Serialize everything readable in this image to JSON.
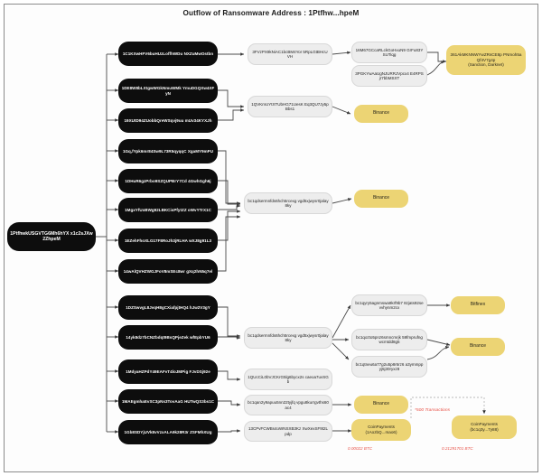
{
  "title": "Outflow of Ransomware Address : 1Ptfhw...hpeM",
  "root": {
    "label": "1PtfhwkUSGVTG6Mh6hYX x1c2sJXw2ZhpeM"
  },
  "tier1": [
    {
      "label": "1C1KXwHFV6buHUzLoffhWDu NXZuMwOstbn"
    },
    {
      "label": "1DE8W8bLXtgwWGkNmuWMk YmuDGQXw4XFyN"
    },
    {
      "label": "19XUtD94ZUobbQreWSqvj9uu mUv34KYXJh"
    },
    {
      "label": "1Gq,fYpk6mr84Sw9L73R5qyqqC XgaMY9mPU"
    },
    {
      "label": "1DHuR6gzPrbo9SZQUPBrY7Cd 4GwhGgh6j"
    },
    {
      "label": "1MgxYfUxBWg92LBKCisPfytZZ oWvYTrX1C"
    },
    {
      "label": "1EZehFhoXLG17F8RoJh3jRLHA wXJ8g91L3"
    },
    {
      "label": "14wAlQVHZWGJFoV8mSEc8wr gXq2hN5q7el"
    },
    {
      "label": "1DZSwvgL8JvqH8gCXiafpjtHQ4 hJw2V3gY"
    },
    {
      "label": "14yk8dz7bCNZbdqt9BsQPjeZek wfEpbYU6"
    },
    {
      "label": "1MdyaHZPdY49EAFvT4loJMPig FJvDSj92e"
    },
    {
      "label": "1MAEgmhaEvSC3pNs3TovAaG HUTwQS3bs1C"
    },
    {
      "label": "1Gb8SDYjUVk8vVzxALA9k28R3r ZSFMhXUg"
    }
  ],
  "tier2": [
    {
      "label": "3FVzPX9kNiAC1bcBM4Yor 5RpLGtBHcUVH"
    },
    {
      "label": "1QVKmUYtXTUbHG71UesK Eq3QU7Jy5pBbs1"
    },
    {
      "label": "bc1qdsermnfds6hch5rcexg vgd5xjwysr0jalay8ky"
    },
    {
      "label": "bc1qdsermnfds6hch5rcexg vgd5xjwysr0jalay8ky"
    },
    {
      "label": "1QUcCiL0bVJCKrG5lg6bycx2s caeoa7uvSGb"
    },
    {
      "label": "bc1qan2y9apuu5nn22tyjfq vpgu8kurrgvths60ac4"
    },
    {
      "label": "13CPvFCWBs4oWNSXB3Kz XwXexSF9t2Lpdp"
    }
  ],
  "tier3": [
    {
      "label": "16M67GCcaRLckGoHxuN9 GrFu83YSUTiqg"
    },
    {
      "label": "3PGKYwAaUgNJURRJVpcx4 E4RPSjr7bbMSXT"
    },
    {
      "label": "bc1qyry5agnmswa9krf9b7 8zjats92sevvhynm2cx"
    },
    {
      "label": "bc1qozto5pnz6smncmrjk 59fmprufngwcmtdd8g5"
    },
    {
      "label": "bc1qtneu6a77g2u5p8r6rz6 a3ymmppyj5j30ryxz8"
    }
  ],
  "exchanges": {
    "binance_1": "Binance",
    "binance_2": "Binance",
    "binance_3": "Binance",
    "binance_4": "Binance",
    "bitfinex": "Bitfinex"
  },
  "sanctioned": {
    "address": "361AkMKNNWYwZRsCE8p PNmoh5aQf4V7g4p",
    "tag": "(Sanction, Darknet)"
  },
  "coinpayments_left": {
    "name": "CoinPayments",
    "address": "(1AozbQ...mao6)",
    "amount": "0.00022 BTC"
  },
  "coinpayments_right": {
    "name": "CoinPayments",
    "address": "(bc1q3y...7y88)",
    "amount": "0.21291701 BTC"
  },
  "transactions_note": "*500 Transactions",
  "colors": {
    "node_dark": "#0d0d0d",
    "node_grey": "#ededed",
    "node_gold": "#ecd474",
    "accent_red": "#e8544a",
    "edge": "#4a4a4a"
  }
}
